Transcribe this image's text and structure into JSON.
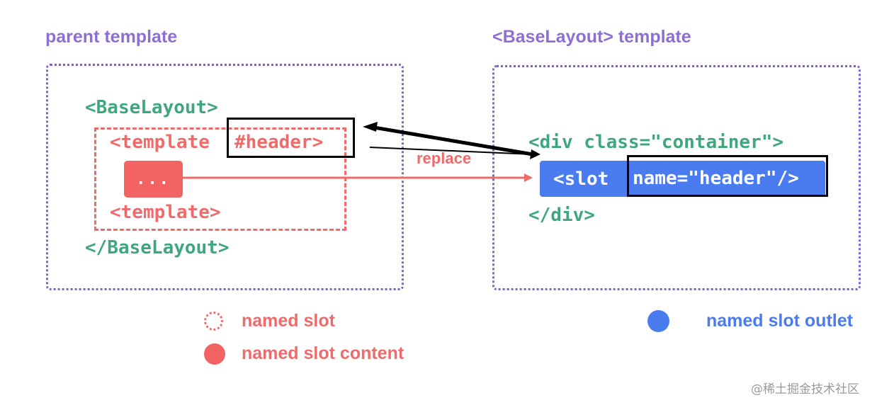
{
  "parent": {
    "title": "parent template",
    "open_tag": "<BaseLayout>",
    "template_open": "<template",
    "slot_directive": "#header>",
    "content_placeholder": "...",
    "template_close": "<template>",
    "close_tag": "</BaseLayout>"
  },
  "child": {
    "title": "<BaseLayout> template",
    "div_open": "<div class=\"container\">",
    "slot_tag": "<slot",
    "slot_name_attr": "name=\"header\"/>",
    "div_close": "</div>"
  },
  "connector": {
    "label": "replace"
  },
  "legend": {
    "named_slot": "named slot",
    "named_slot_content": "named slot content",
    "named_slot_outlet": "named slot outlet"
  },
  "watermark": "@稀土掘金技术社区",
  "colors": {
    "purple": "#8e6fd1",
    "green": "#3fa77d",
    "red": "#ef6b6b",
    "blue": "#4a7cf0"
  }
}
